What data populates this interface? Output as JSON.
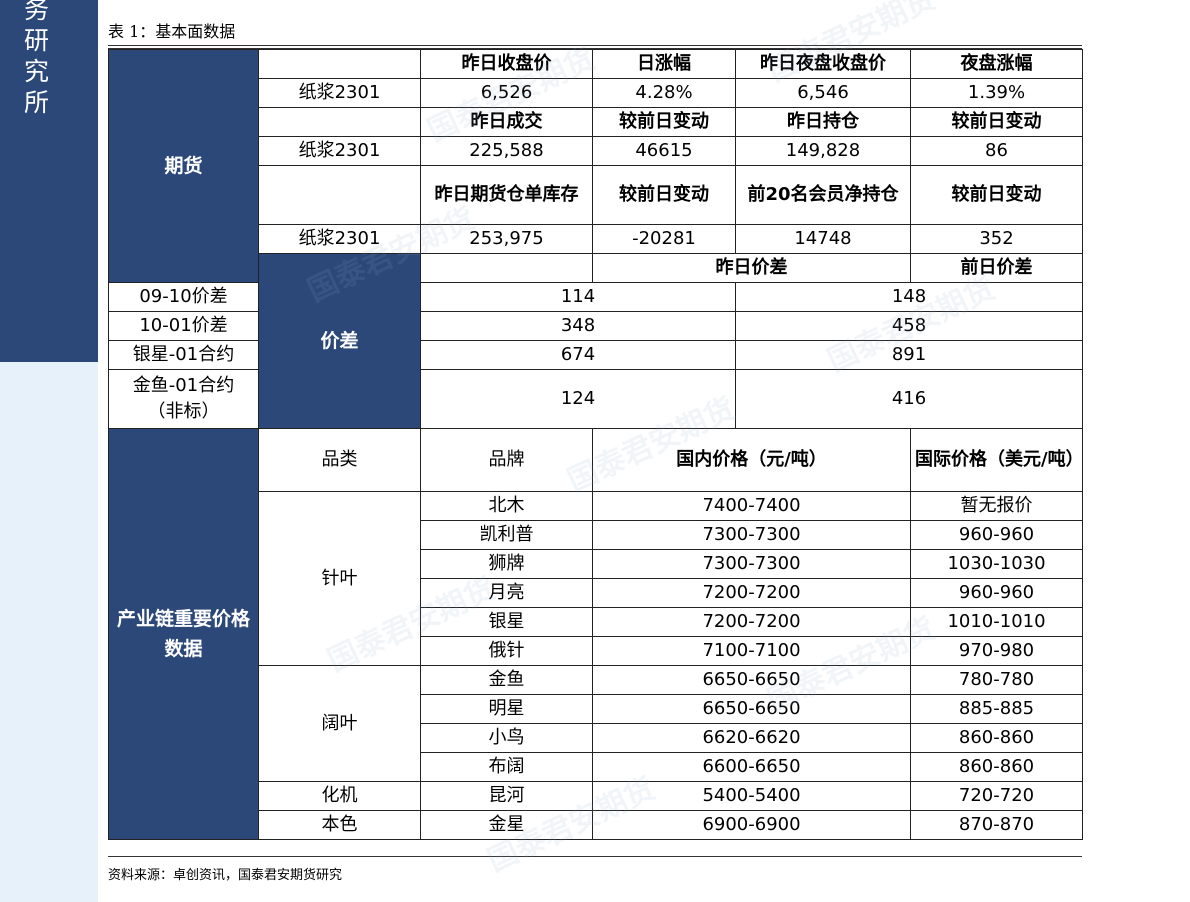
{
  "sidebar": {
    "chars": [
      "务",
      "研",
      "究",
      "所"
    ]
  },
  "caption": "表 1：基本面数据",
  "futures": {
    "section": "期货",
    "header1": [
      "昨日收盘价",
      "日涨幅",
      "昨日夜盘收盘价",
      "夜盘涨幅"
    ],
    "row1": [
      "纸浆2301",
      "6,526",
      "4.28%",
      "6,546",
      "1.39%"
    ],
    "header2": [
      "昨日成交",
      "较前日变动",
      "昨日持仓",
      "较前日变动"
    ],
    "row2": [
      "纸浆2301",
      "225,588",
      "46615",
      "149,828",
      "86"
    ],
    "header3": [
      "昨日期货仓单库存",
      "较前日变动",
      "前20名会员净持仓",
      "较前日变动"
    ],
    "row3": [
      "纸浆2301",
      "253,975",
      "-20281",
      "14748",
      "352"
    ]
  },
  "spread": {
    "section": "价差",
    "header": [
      "昨日价差",
      "前日价差"
    ],
    "rows": [
      [
        "09-10价差",
        "114",
        "148"
      ],
      [
        "10-01价差",
        "348",
        "458"
      ],
      [
        "银星-01合约",
        "674",
        "891"
      ],
      [
        "金鱼-01合约（非标）",
        "124",
        "416"
      ]
    ]
  },
  "industry": {
    "section": "产业链重要价格数据",
    "header": [
      "品类",
      "品牌",
      "国内价格（元/吨）",
      "国际价格（美元/吨）"
    ],
    "groups": [
      "针叶",
      "阔叶",
      "化机",
      "本色"
    ],
    "rows": [
      [
        "北木",
        "7400-7400",
        "暂无报价"
      ],
      [
        "凯利普",
        "7300-7300",
        "960-960"
      ],
      [
        "狮牌",
        "7300-7300",
        "1030-1030"
      ],
      [
        "月亮",
        "7200-7200",
        "960-960"
      ],
      [
        "银星",
        "7200-7200",
        "1010-1010"
      ],
      [
        "俄针",
        "7100-7100",
        "970-980"
      ],
      [
        "金鱼",
        "6650-6650",
        "780-780"
      ],
      [
        "明星",
        "6650-6650",
        "885-885"
      ],
      [
        "小鸟",
        "6620-6620",
        "860-860"
      ],
      [
        "布阔",
        "6600-6650",
        "860-860"
      ],
      [
        "昆河",
        "5400-5400",
        "720-720"
      ],
      [
        "金星",
        "6900-6900",
        "870-870"
      ]
    ]
  },
  "source": "资料来源：卓创资讯，国泰君安期货研究",
  "watermark": "国泰君安期货"
}
